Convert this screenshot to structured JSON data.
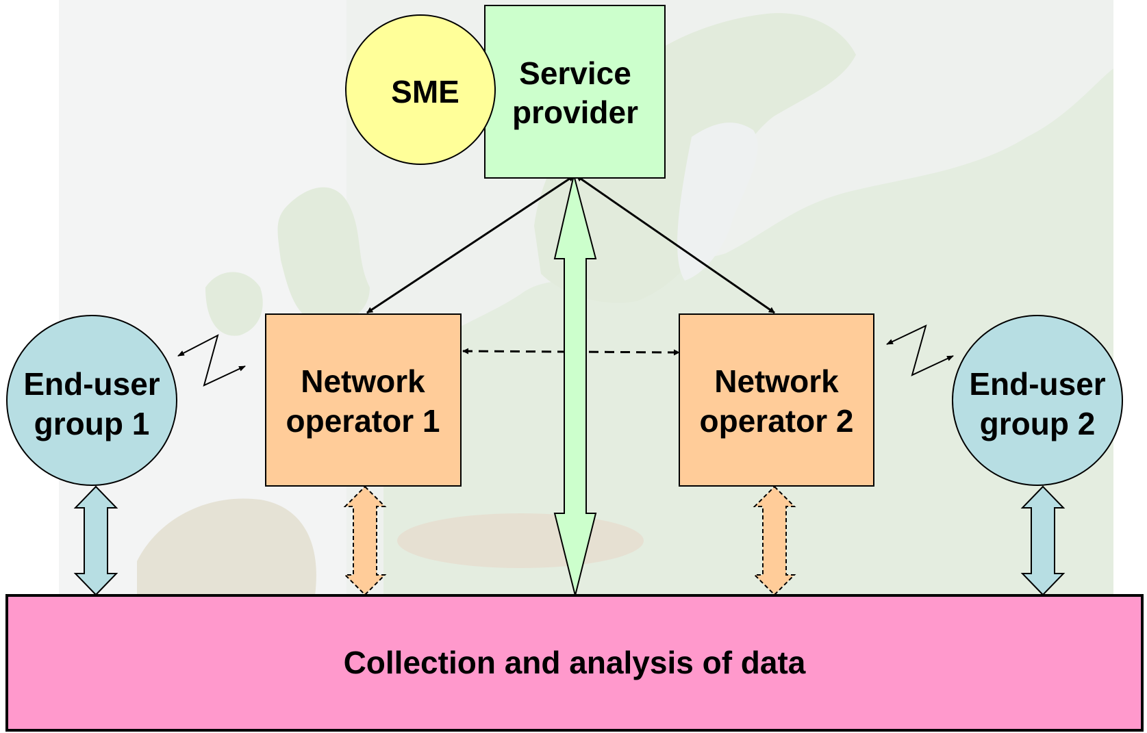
{
  "colors": {
    "sme_fill": "#FFFF99",
    "service_provider_fill": "#CCFFCC",
    "network_operator_fill": "#FFCC99",
    "end_user_fill": "#B7DEE3",
    "data_bar_fill": "#FF99CC",
    "outline": "#000000"
  },
  "nodes": {
    "sme": {
      "label": "SME"
    },
    "service_provider": {
      "line1": "Service",
      "line2": "provider"
    },
    "network_operator_1": {
      "line1": "Network",
      "line2": "operator 1"
    },
    "network_operator_2": {
      "line1": "Network",
      "line2": "operator 2"
    },
    "end_user_group_1": {
      "line1": "End-user",
      "line2": "group 1"
    },
    "end_user_group_2": {
      "line1": "End-user",
      "line2": "group 2"
    },
    "data_collection": {
      "label": "Collection and analysis of data"
    }
  }
}
